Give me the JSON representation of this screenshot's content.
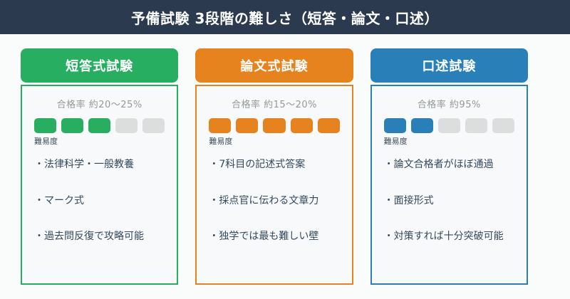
{
  "title": "予備試験 3段階の難しさ（短答・論文・口述）",
  "bullet_char": "・",
  "difficulty_label": "難易度",
  "colors": {
    "banner_bg": "#2c3a4f",
    "banner_text": "#ffffff",
    "page_bg": "#fafbfb",
    "card_bg": "#f7f9fa",
    "inactive_block": "#dcdddd",
    "pass_rate_text": "#92999e",
    "point_text": "#34495e",
    "difficulty_label_text": "#3d4c5a"
  },
  "cards": [
    {
      "exam_name": "短答式試験",
      "accent_color": "#27ae60",
      "pass_rate": "合格率 約20〜25%",
      "difficulty": 3,
      "difficulty_max": 5,
      "points": [
        "法律科学・一般教養",
        "マーク式",
        "過去問反復で攻略可能"
      ]
    },
    {
      "exam_name": "論文式試験",
      "accent_color": "#e7831e",
      "pass_rate": "合格率 約15〜20%",
      "difficulty": 5,
      "difficulty_max": 5,
      "points": [
        "7科目の記述式答案",
        "採点官に伝わる文章力",
        "独学では最も難しい壁"
      ]
    },
    {
      "exam_name": "口述試験",
      "accent_color": "#2980b9",
      "pass_rate": "合格率 約95%",
      "difficulty": 2,
      "difficulty_max": 5,
      "points": [
        "論文合格者がほぼ通過",
        "面接形式",
        "対策すれば十分突破可能"
      ]
    }
  ]
}
